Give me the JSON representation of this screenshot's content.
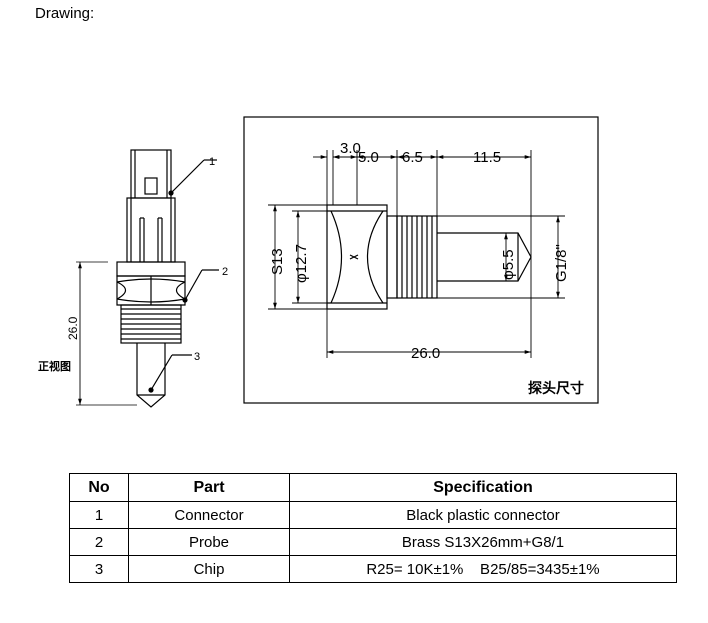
{
  "heading": "Drawing:",
  "front_view": {
    "label": "正视图",
    "height_dim": "26.0",
    "callouts": [
      "1",
      "2",
      "3"
    ]
  },
  "probe_view": {
    "label": "探头尺寸",
    "dims": {
      "d1": "3.0",
      "d2": "5.0",
      "d3": "6.5",
      "d4": "11.5",
      "hex": "S13",
      "thread_dia": "φ12.7",
      "probe_dia": "φ5.5",
      "thread": "G1/8\"",
      "length": "26.0"
    }
  },
  "table": {
    "headers": [
      "No",
      "Part",
      "Specification"
    ],
    "rows": [
      {
        "no": "1",
        "part": "Connector",
        "spec": "Black plastic connector"
      },
      {
        "no": "2",
        "part": "Probe",
        "spec": "Brass S13X26mm+G8/1"
      },
      {
        "no": "3",
        "part": "Chip",
        "spec": "R25= 10K±1%    B25/85=3435±1%"
      }
    ]
  }
}
